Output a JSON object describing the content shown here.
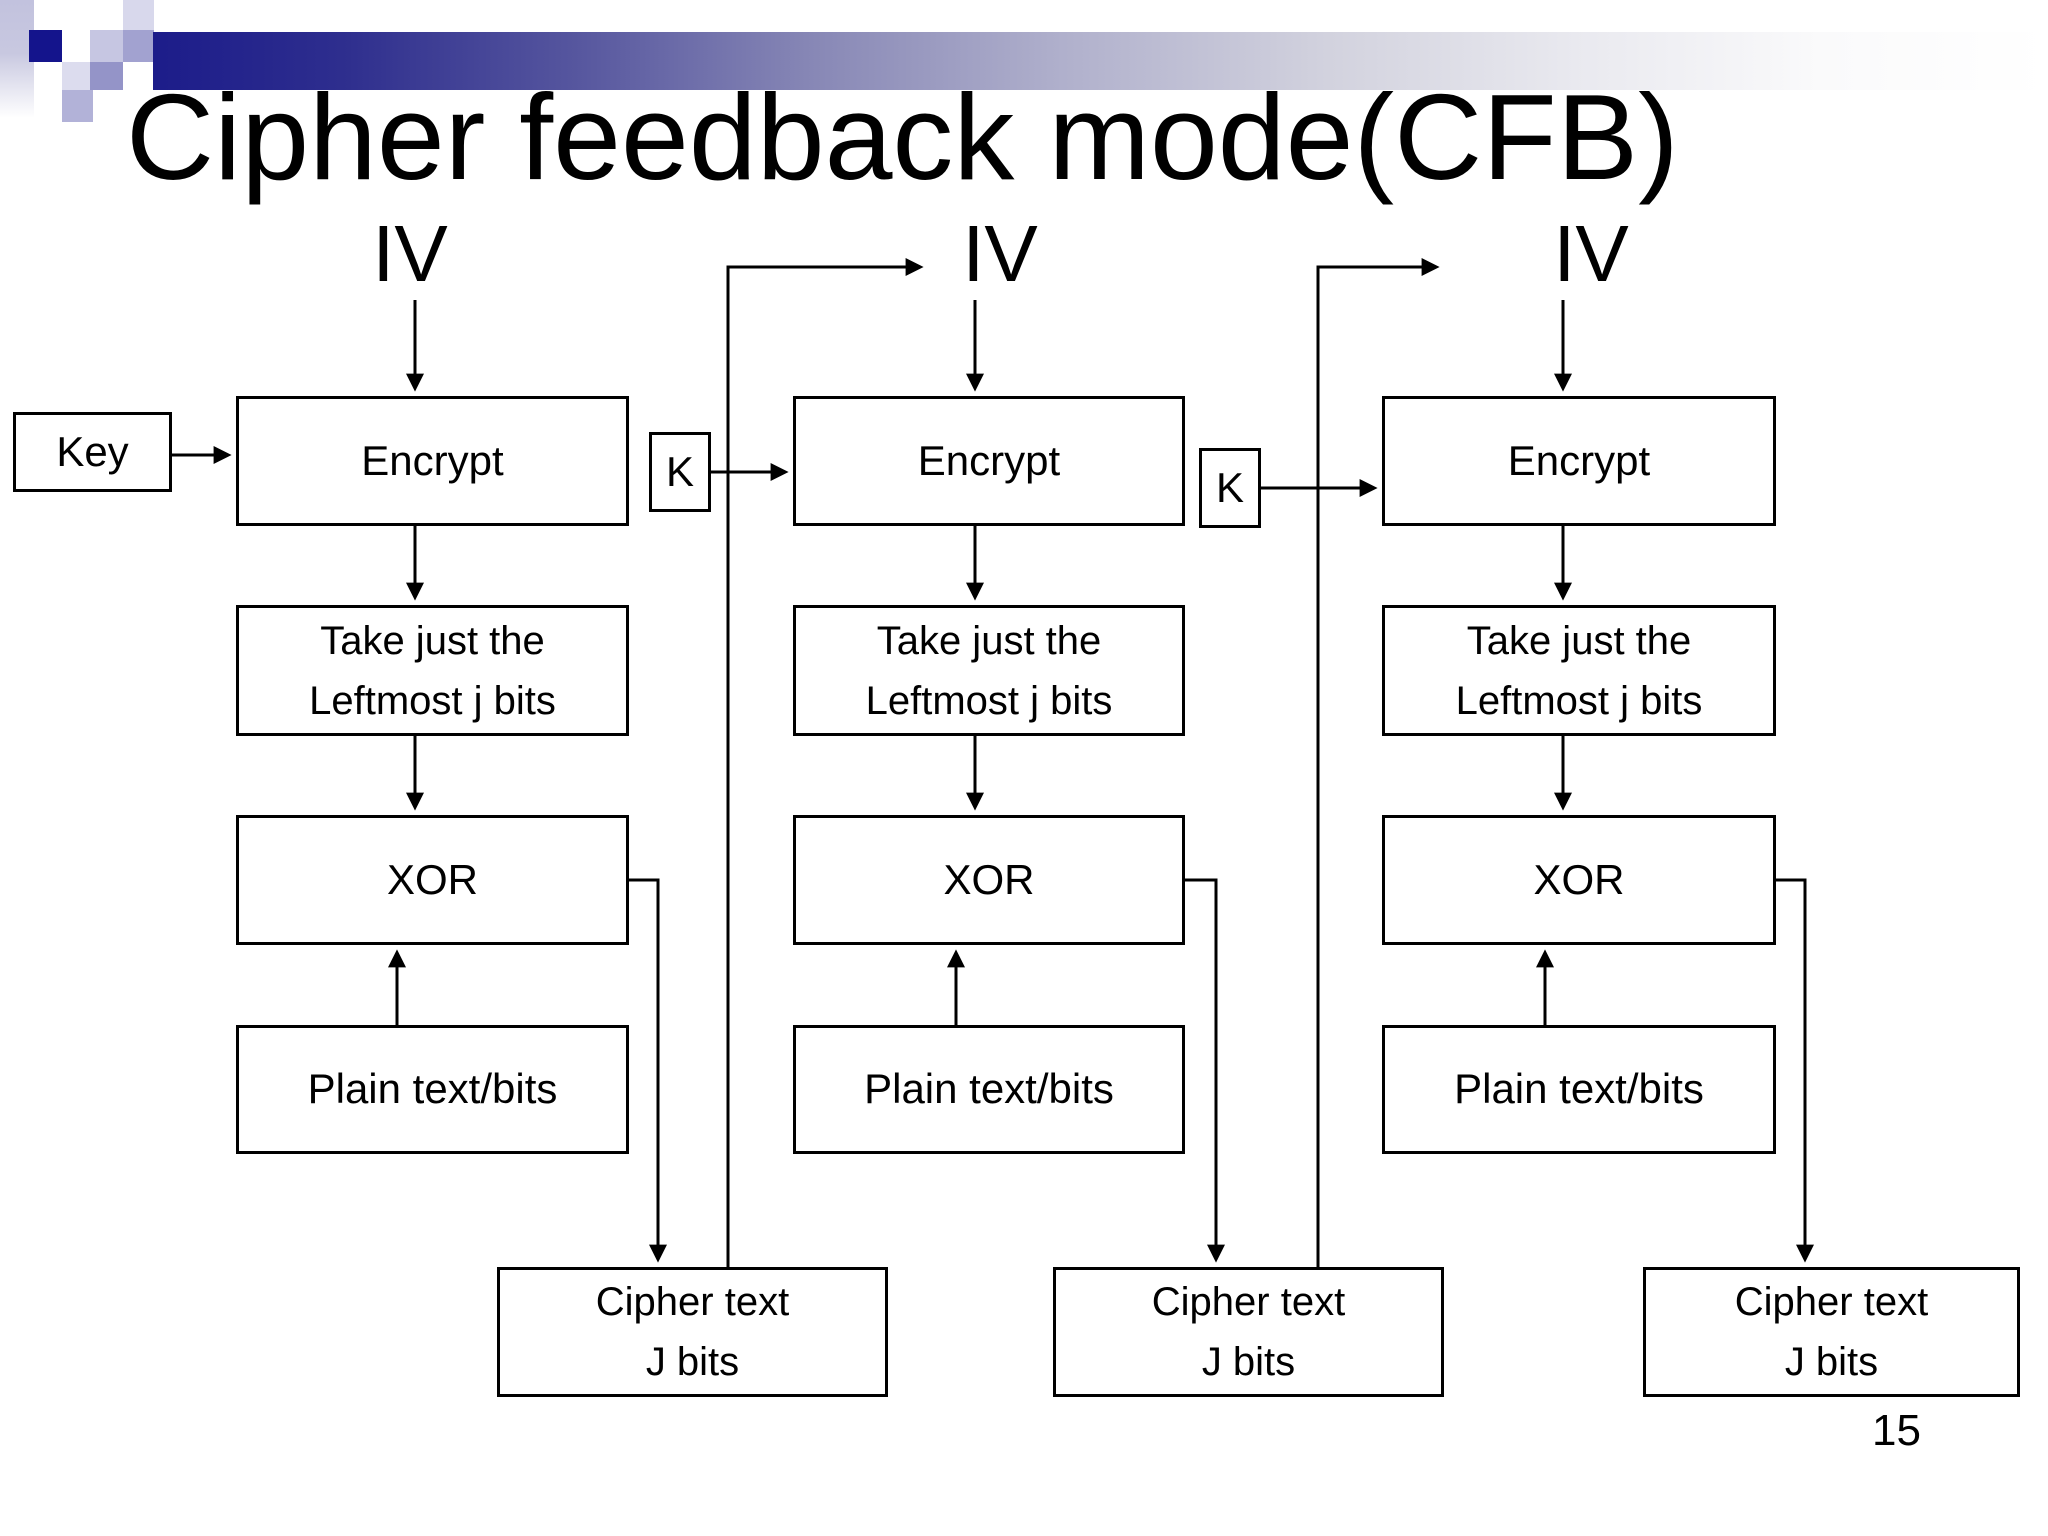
{
  "slide": {
    "title": "Cipher feedback mode(CFB)",
    "page_number": "15"
  },
  "palette": {
    "bar_navy": "#1c1c8a",
    "square_navy": "#14148c",
    "lavender_light": "#c6c6e2",
    "lavender_medium": "#a2a2d0",
    "lavender_dark": "#9494c8",
    "lavender_pale": "#d8d8ec",
    "lavender_soft": "#b2b2d8",
    "line_color": "#000000",
    "box_fill": "#ffffff",
    "text_color": "#000000"
  },
  "diagram": {
    "iv_labels": [
      "IV",
      "IV",
      "IV"
    ],
    "key_label": "Key",
    "k_labels": [
      "K",
      "K"
    ],
    "columns": [
      {
        "encrypt": "Encrypt",
        "take_line1": "Take just the",
        "take_line2": "Leftmost j bits",
        "xor": "XOR",
        "plain": "Plain text/bits",
        "cipher_line1": "Cipher text",
        "cipher_line2": "J bits"
      },
      {
        "encrypt": "Encrypt",
        "take_line1": "Take just the",
        "take_line2": "Leftmost j bits",
        "xor": "XOR",
        "plain": "Plain text/bits",
        "cipher_line1": "Cipher text",
        "cipher_line2": "J bits"
      },
      {
        "encrypt": "Encrypt",
        "take_line1": "Take just the",
        "take_line2": "Leftmost j bits",
        "xor": "XOR",
        "plain": "Plain text/bits",
        "cipher_line1": "Cipher text",
        "cipher_line2": "J bits"
      }
    ]
  }
}
